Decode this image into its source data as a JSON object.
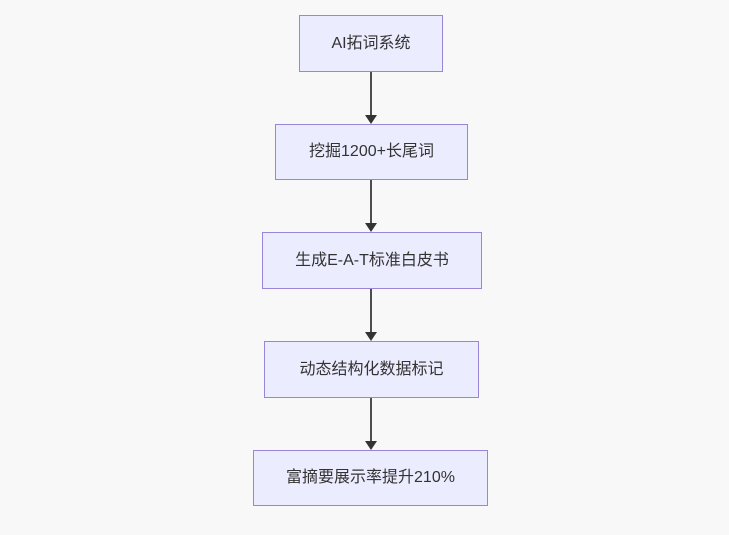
{
  "flowchart": {
    "type": "vertical-flowchart",
    "direction": "top-down",
    "nodes": [
      {
        "id": "node-1",
        "label": "AI拓词系统"
      },
      {
        "id": "node-2",
        "label": "挖掘1200+长尾词"
      },
      {
        "id": "node-3",
        "label": "生成E-A-T标准白皮书"
      },
      {
        "id": "node-4",
        "label": "动态结构化数据标记"
      },
      {
        "id": "node-5",
        "label": "富摘要展示率提升210%"
      }
    ],
    "edges": [
      {
        "from": "node-1",
        "to": "node-2"
      },
      {
        "from": "node-2",
        "to": "node-3"
      },
      {
        "from": "node-3",
        "to": "node-4"
      },
      {
        "from": "node-4",
        "to": "node-5"
      }
    ],
    "colors": {
      "node_fill": "#ECECFF",
      "node_border": "#9a86d8",
      "arrow": "#333333",
      "text": "#333333",
      "background": "#f8f8f8"
    }
  }
}
